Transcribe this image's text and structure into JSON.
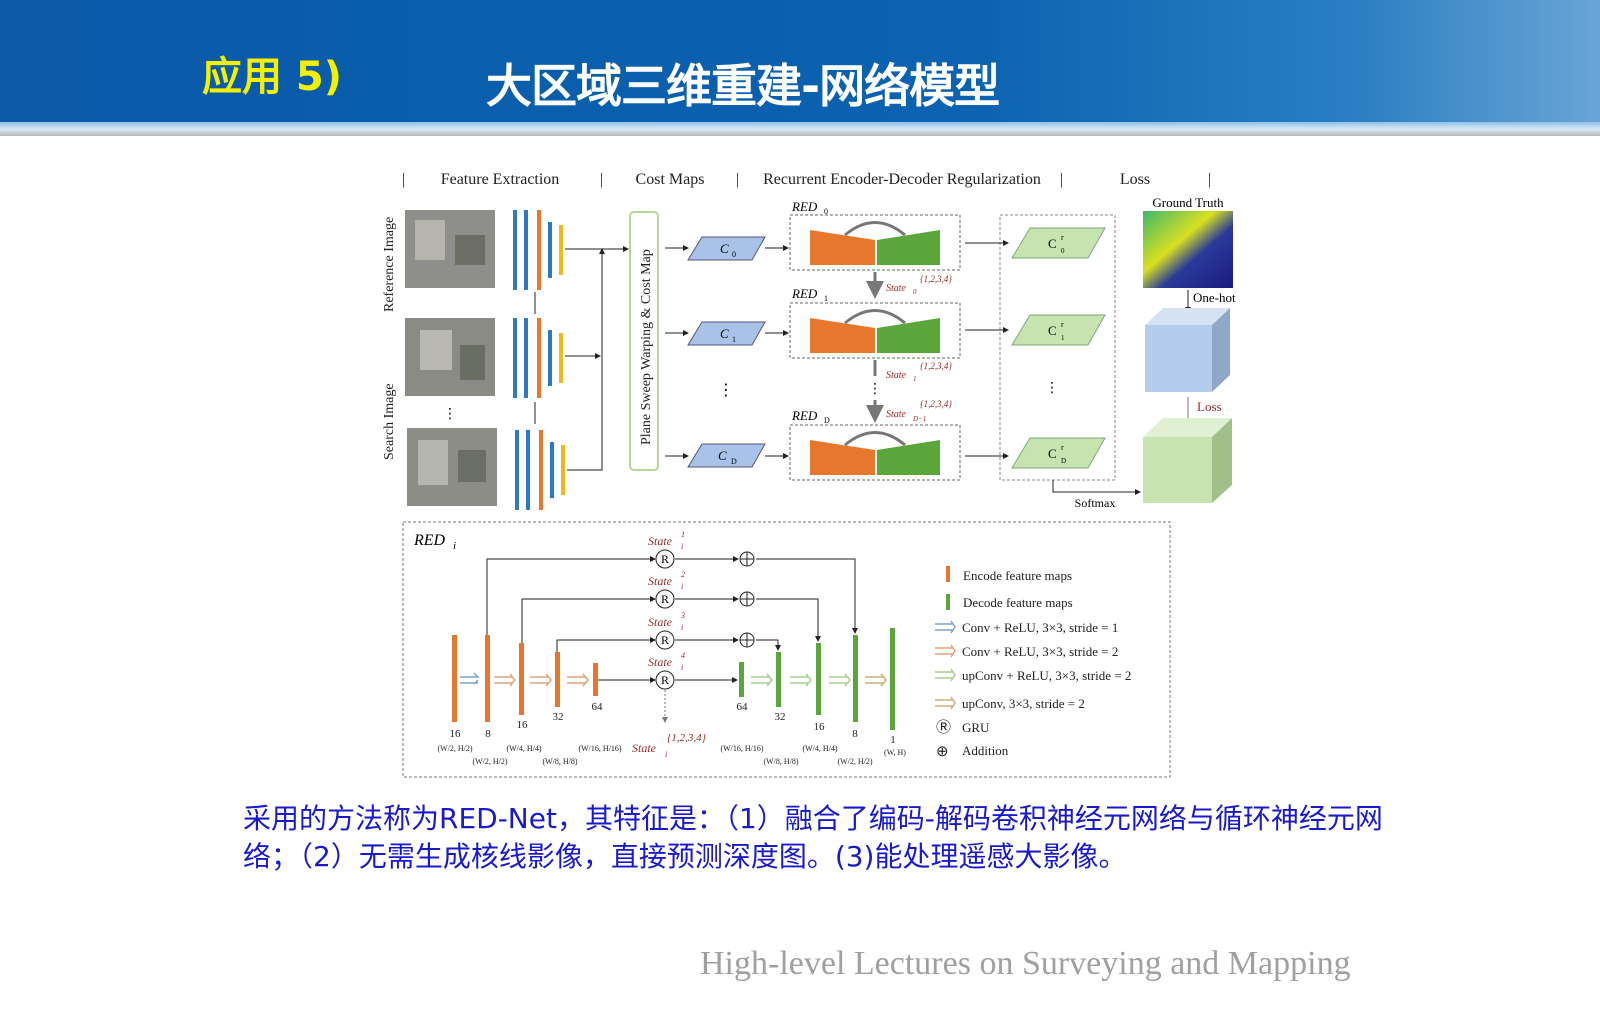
{
  "header": {
    "app_label": "应用 5)",
    "title": "大区域三维重建-网络模型"
  },
  "figure": {
    "sections": [
      "Feature Extraction",
      "Cost Maps",
      "Recurrent Encoder-Decoder Regularization",
      "Loss"
    ],
    "reference_image_label": "Reference Image",
    "search_image_label": "Search Image",
    "plane_sweep_label": "Plane Sweep Warping & Cost Map",
    "cost_maps": [
      "C",
      "C",
      "C"
    ],
    "cost_map_subs": [
      "0",
      "1",
      "D"
    ],
    "red_labels": [
      "RED",
      "RED",
      "RED"
    ],
    "red_subs": [
      "0",
      "1",
      "D"
    ],
    "states": [
      {
        "base": "State",
        "sub": "0",
        "sup": "{1,2,3,4}"
      },
      {
        "base": "State",
        "sub": "1",
        "sup": "{1,2,3,4}"
      },
      {
        "base": "State",
        "sub": "D−1",
        "sup": "{1,2,3,4}"
      }
    ],
    "regularized": [
      "C",
      "C",
      "C"
    ],
    "regularized_sup": "r",
    "regularized_subs": [
      "0",
      "1",
      "D"
    ],
    "ground_truth": "Ground Truth",
    "one_hot": "One-hot",
    "loss": "Loss",
    "softmax": "Softmax",
    "dots": "⋮",
    "detail": {
      "title": "RED",
      "title_sub": "i",
      "states": [
        "State",
        "State",
        "State",
        "State"
      ],
      "state_sups": [
        "1",
        "2",
        "3",
        "4"
      ],
      "state_sub": "i",
      "state_all_sup": "{1,2,3,4}",
      "gru_glyph": "R",
      "encoder_channels": [
        "16",
        "8",
        "16",
        "32",
        "64"
      ],
      "encoder_sizes": [
        "(W/2, H/2)",
        "(W/2, H/2)",
        "(W/4, H/4)",
        "(W/8, H/8)",
        "(W/16, H/16)"
      ],
      "decoder_channels": [
        "64",
        "32",
        "16",
        "8",
        "1"
      ],
      "decoder_sizes": [
        "(W/16, H/16)",
        "(W/8, H/8)",
        "(W/4, H/4)",
        "(W/2, H/2)",
        "(W, H)"
      ],
      "legend": [
        {
          "label": "Encode feature maps",
          "color": "#e8772e"
        },
        {
          "label": "Decode feature maps",
          "color": "#5aa63a"
        },
        {
          "label": "Conv + ReLU, 3×3, stride = 1",
          "color": "#7fa3c8"
        },
        {
          "label": "Conv + ReLU, 3×3, stride = 2",
          "color": "#e0a37a"
        },
        {
          "label": "upConv + ReLU, 3×3, stride = 2",
          "color": "#a9cf8f"
        },
        {
          "label": "upConv, 3×3, stride = 2",
          "color": "#c8b27a"
        },
        {
          "label": "GRU",
          "glyph": "Ⓡ"
        },
        {
          "label": "Addition",
          "glyph": "⊕"
        }
      ]
    },
    "watermark": "High-level Lectures on Surveying and Mapping"
  },
  "description": "采用的方法称为RED-Net，其特征是：（1）融合了编码-解码卷积神经元网络与循环神经元网络；（2）无需生成核线影像，直接预测深度图。(3)能处理遥感大影像。",
  "colors": {
    "header": "#0a5aa8",
    "accent": "#f4f000",
    "text": "#1a1acc",
    "orange": "#e8772e",
    "green": "#5aa63a",
    "blue": "#2f78c4",
    "yellow": "#f2b81a"
  }
}
